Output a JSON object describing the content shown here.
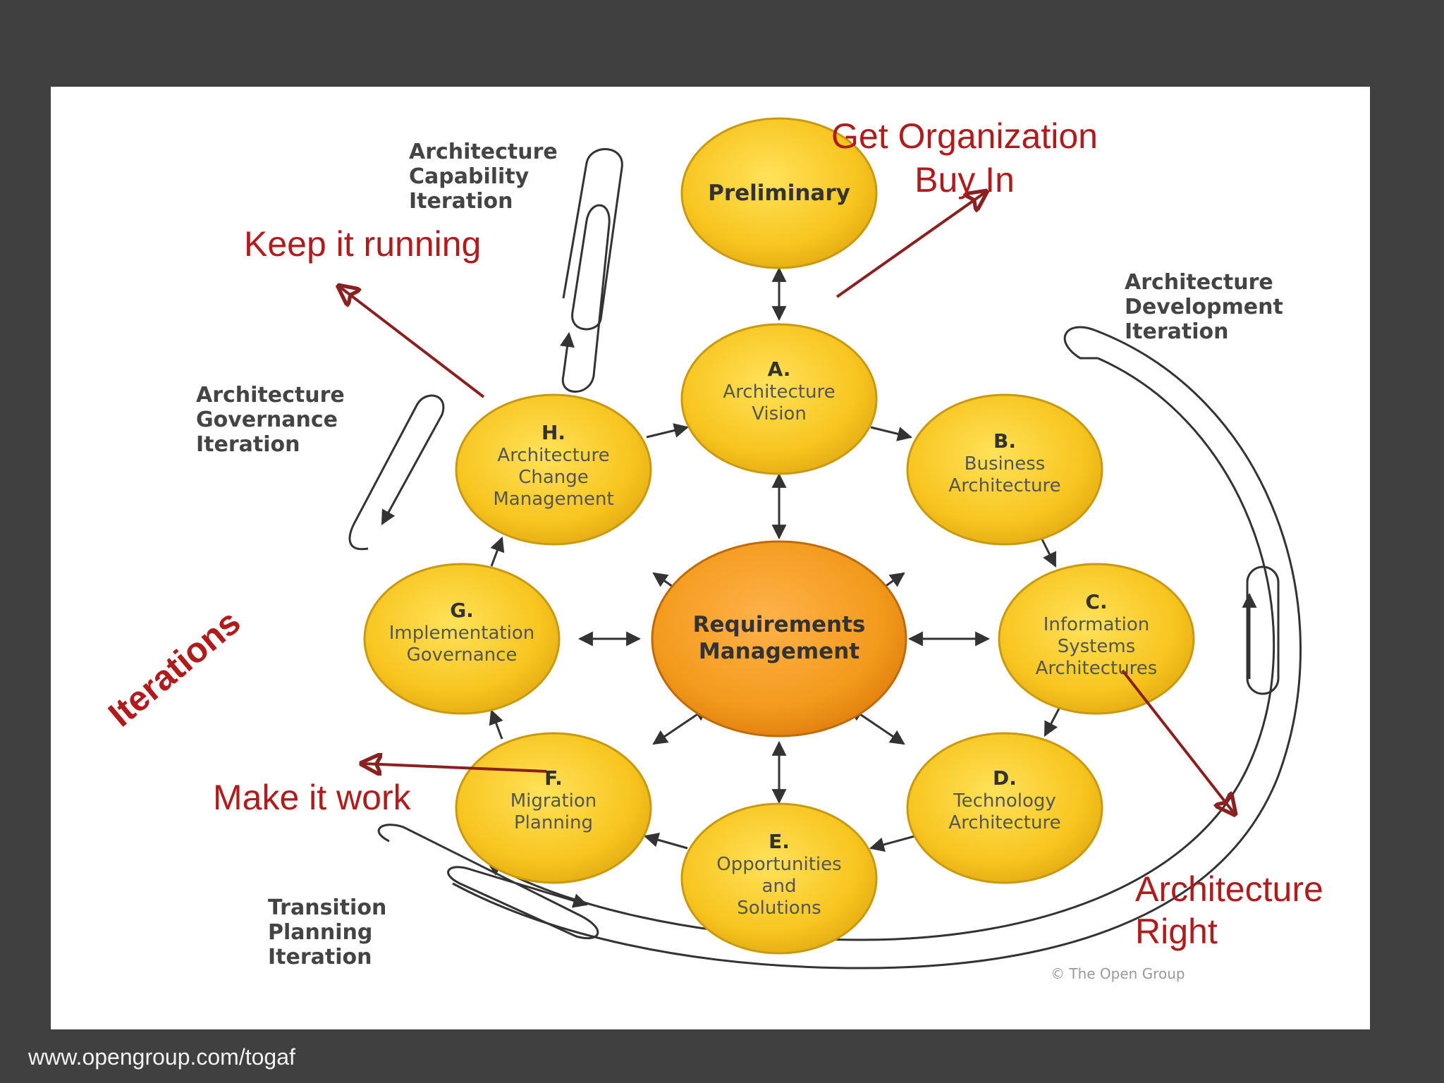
{
  "phases": {
    "preliminary": {
      "letter": "",
      "lines": [
        "Preliminary"
      ]
    },
    "a": {
      "letter": "A.",
      "lines": [
        "Architecture",
        "Vision"
      ]
    },
    "b": {
      "letter": "B.",
      "lines": [
        "Business",
        "Architecture"
      ]
    },
    "c": {
      "letter": "C.",
      "lines": [
        "Information",
        "Systems",
        "Architectures"
      ]
    },
    "d": {
      "letter": "D.",
      "lines": [
        "Technology",
        "Architecture"
      ]
    },
    "e": {
      "letter": "E.",
      "lines": [
        "Opportunities",
        "and",
        "Solutions"
      ]
    },
    "f": {
      "letter": "F.",
      "lines": [
        "Migration",
        "Planning"
      ]
    },
    "g": {
      "letter": "G.",
      "lines": [
        "Implementation",
        "Governance"
      ]
    },
    "h": {
      "letter": "H.",
      "lines": [
        "Architecture",
        "Change",
        "Management"
      ]
    },
    "center": {
      "lines": [
        "Requirements",
        "Management"
      ]
    }
  },
  "iterations": {
    "capability": [
      "Architecture",
      "Capability",
      "Iteration"
    ],
    "development": [
      "Architecture",
      "Development",
      "Iteration"
    ],
    "governance": [
      "Architecture",
      "Governance",
      "Iteration"
    ],
    "transition": [
      "Transition",
      "Planning",
      "Iteration"
    ]
  },
  "annotations": {
    "buy_in": [
      "Get Organization",
      "Buy In"
    ],
    "keep_running": "Keep it running",
    "make_work": "Make it work",
    "arch_right": [
      "Architecture",
      "Right"
    ],
    "iterations": "Iterations"
  },
  "colors": {
    "node_fill": "#f7c51f",
    "node_stroke": "#c99a10",
    "center_fill": "#f29a1c",
    "annotation": "#b01c1c",
    "arrow": "#8a2020"
  },
  "copyright": "© The Open Group",
  "footer_url": "www.opengroup.com/togaf"
}
